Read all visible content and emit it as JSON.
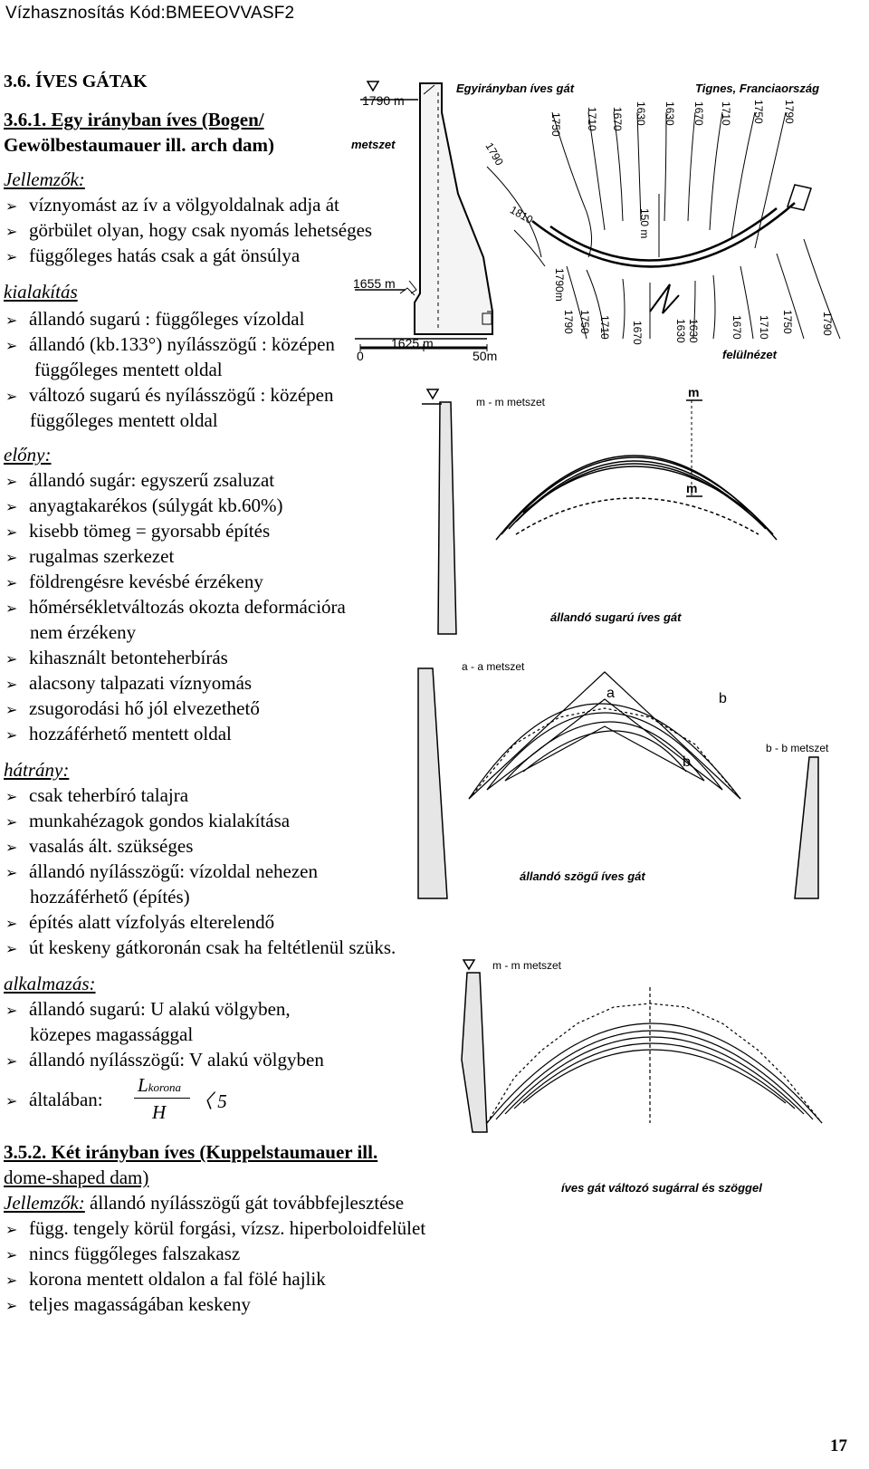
{
  "header": {
    "text": "Vízhasznosítás  Kód:BMEEOVVASF2"
  },
  "section": {
    "title": "3.6. ÍVES GÁTAK"
  },
  "sub1": {
    "line1": "3.6.1. Egy irányban íves (Bogen/",
    "line2": "Gewölbestaumauer ill. arch dam)"
  },
  "jellemzok": {
    "label": "Jellemzők:",
    "items": [
      "víznyomást az ív a völgyoldalnak adja át",
      "görbület olyan, hogy csak nyomás lehetséges",
      "függőleges hatás csak a gát önsúlya"
    ]
  },
  "kialakitas": {
    "label": "kialakítás",
    "items": [
      "állandó sugarú :  függőleges vízoldal",
      "állandó (kb.133°) nyílásszögű : középen",
      "változó sugarú és nyílásszögű : középen"
    ],
    "cont2": "függőleges mentett oldal",
    "cont3": "függőleges mentett oldal"
  },
  "elony": {
    "label": "előny:",
    "items": [
      "állandó sugár: egyszerű zsaluzat",
      "anyagtakarékos (súlygát kb.60%)",
      "kisebb tömeg = gyorsabb építés",
      "rugalmas szerkezet",
      "földrengésre kevésbé érzékeny",
      "hőmérsékletváltozás okozta deformációra",
      "kihasznált betonteherbírás",
      "alacsony talpazati víznyomás",
      "zsugorodási hő jól elvezethető",
      "hozzáférhető mentett oldal"
    ],
    "cont6": "nem érzékeny"
  },
  "hatrany": {
    "label": "hátrány:",
    "items": [
      "csak teherbíró talajra",
      "munkahézagok gondos kialakítása",
      "vasalás ált. szükséges",
      "állandó nyílásszögű: vízoldal nehezen",
      "építés alatt vízfolyás elterelendő",
      "út keskeny gátkoronán csak ha feltétlenül szüks."
    ],
    "cont4": "hozzáférhető (építés)"
  },
  "alkalmazas": {
    "label": "alkalmazás:",
    "items": [
      "állandó sugarú: U alakú völgyben,",
      "állandó nyílásszögű: V alakú völgyben",
      "általában:"
    ],
    "cont1": "közepes magassággal",
    "frac_num": "L",
    "frac_sub": "korona",
    "frac_den": "H",
    "frac_rel": "〈 5"
  },
  "sub2": {
    "line1": "3.5.2. Két irányban íves (Kuppelstaumauer ill.",
    "line2": " dome-shaped dam)"
  },
  "jellemzok2": {
    "label": "Jellemzők:",
    "text": " állandó nyílásszögű gát továbbfejlesztése",
    "items": [
      "függ. tengely körül forgási, vízsz. hiperboloidfelület",
      "nincs függőleges falszakasz",
      "korona mentett oldalon a fal fölé hajlik",
      "teljes magasságában keskeny"
    ]
  },
  "figures": {
    "tignes": {
      "title": "Egyirányban íves gát",
      "place": "Tignes, Franciaország",
      "metszet": "metszet",
      "felul": "felülnézet",
      "elev1": "1790 m",
      "elev2": "1655 m",
      "elev3": "1625 m",
      "scale0": "0",
      "scale50": "50m",
      "h150": "150 m",
      "contours_top": [
        "1750",
        "1710",
        "1670",
        "1630",
        "1630",
        "1670",
        "1710",
        "1750",
        "1790"
      ],
      "contours_bottom": [
        "1790",
        "1750",
        "1710",
        "1670",
        "1630",
        "1630",
        "1670",
        "1710",
        "1750",
        "1790"
      ],
      "c1810": "1810",
      "c1790": "1790",
      "c1790b": "1790m"
    },
    "fig2": {
      "section": "m - m metszet",
      "m1": "m",
      "m2": "m",
      "caption": "állandó sugarú íves gát"
    },
    "fig3": {
      "section": "a - a metszet",
      "a": "a",
      "b1": "b",
      "b2": "b",
      "bsec": "b - b metszet",
      "caption": "állandó szögű íves gát"
    },
    "fig4": {
      "section": "m - m metszet",
      "caption": "íves gát változó sugárral és szöggel"
    }
  },
  "page": {
    "number": "17"
  }
}
